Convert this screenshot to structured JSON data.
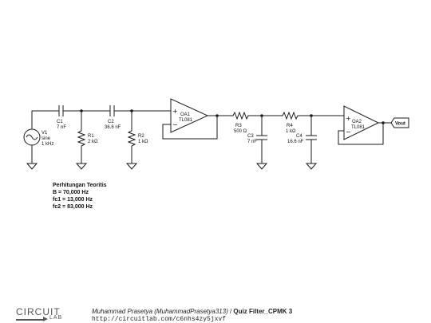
{
  "components": {
    "c1": {
      "name": "C1",
      "value": "7 nF"
    },
    "c2": {
      "name": "C2",
      "value": "36.6 nF"
    },
    "r1": {
      "name": "R1",
      "value": "2 kΩ"
    },
    "r2": {
      "name": "R2",
      "value": "1 kΩ"
    },
    "v1": {
      "name": "V1",
      "type": "sine",
      "freq": "1 kHz"
    },
    "oa1": {
      "name": "OA1",
      "part": "TL081"
    },
    "r3": {
      "name": "R3",
      "value": "500 Ω"
    },
    "c3": {
      "name": "C3",
      "value": "7 nF"
    },
    "r4": {
      "name": "R4",
      "value": "1 kΩ"
    },
    "c4": {
      "name": "C4",
      "value": "16.6 nF"
    },
    "oa2": {
      "name": "OA2",
      "part": "TL081"
    },
    "vout": {
      "label": "Vout"
    }
  },
  "opamp_signs": {
    "plus": "+",
    "minus": "−"
  },
  "notes": {
    "heading": "Perhitungan Teoritis",
    "line1": "B = 70,000 Hz",
    "line2": "fc1 = 13,000 Hz",
    "line3": "fc2 = 83,000 Hz"
  },
  "footer": {
    "logo_top": "CIRCUIT",
    "logo_bottom": "LAB",
    "author": "Muhammad Prasetya (MuhammadPrasetya313)",
    "separator": " / ",
    "title": "Quiz Filter_CPMK 3",
    "url": "http://circuitlab.com/c6nhs4zy5jxvf"
  }
}
